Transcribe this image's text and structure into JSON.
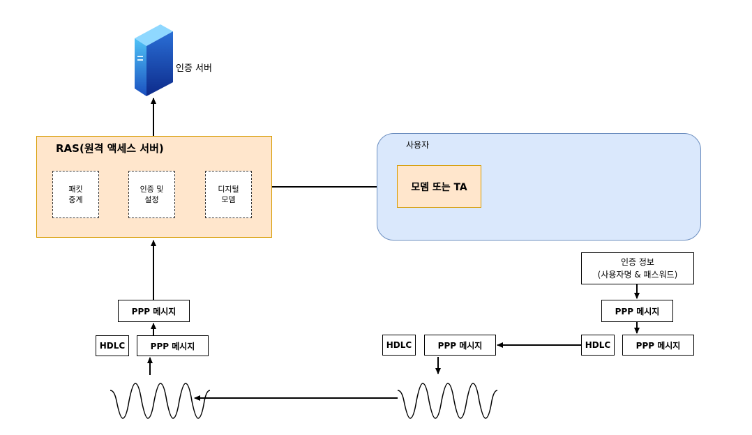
{
  "auth_server": {
    "label": "인증 서버"
  },
  "ras": {
    "title": "RAS(원격 액세스 서버)",
    "modules": [
      {
        "label": "패킷\n중계"
      },
      {
        "label": "인증 및\n설정"
      },
      {
        "label": "디지털\n모뎀"
      }
    ]
  },
  "user": {
    "title": "사용자",
    "modem_label": "모뎀 또는 TA"
  },
  "auth_info": {
    "label": "인증 정보\n(사용자명 & 패스워드)"
  },
  "left_stack": {
    "ppp_top": "PPP  메시지",
    "hdlc": "HDLC",
    "ppp_bottom": "PPP  메시지"
  },
  "middle_stack": {
    "hdlc": "HDLC",
    "ppp": "PPP  메시지"
  },
  "right_stack": {
    "ppp_top": "PPP  메시지",
    "hdlc": "HDLC",
    "ppp_bottom": "PPP  메시지"
  }
}
